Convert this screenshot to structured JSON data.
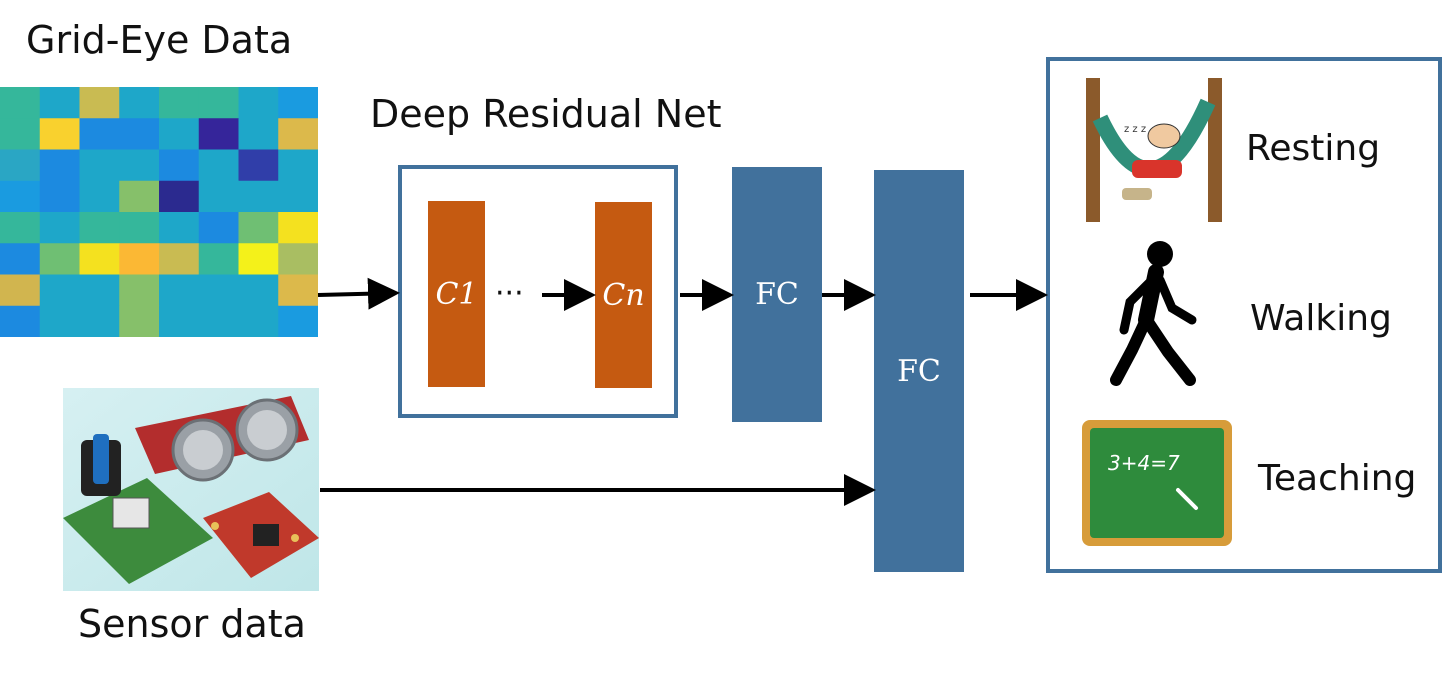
{
  "titles": {
    "grid_eye": "Grid-Eye Data",
    "deep_residual_net": "Deep Residual Net",
    "sensor_data": "Sensor data"
  },
  "network": {
    "conv_first": "C1",
    "conv_ellipsis": "···",
    "conv_last": "Cn",
    "fc_first": "FC",
    "fc_second": "FC"
  },
  "outputs": {
    "resting": "Resting",
    "walking": "Walking",
    "teaching": "Teaching",
    "board_equation": "3+4=7"
  },
  "icons": {
    "heatmap": "grid-eye-heatmap-image",
    "sensors": "sensor-boards-photo",
    "resting": "person-in-hammock-icon",
    "walking": "walking-person-icon",
    "teaching": "chalkboard-icon"
  },
  "colors": {
    "conv_block": "#c55a11",
    "fc_block": "#41719c",
    "box_border": "#41719c"
  }
}
